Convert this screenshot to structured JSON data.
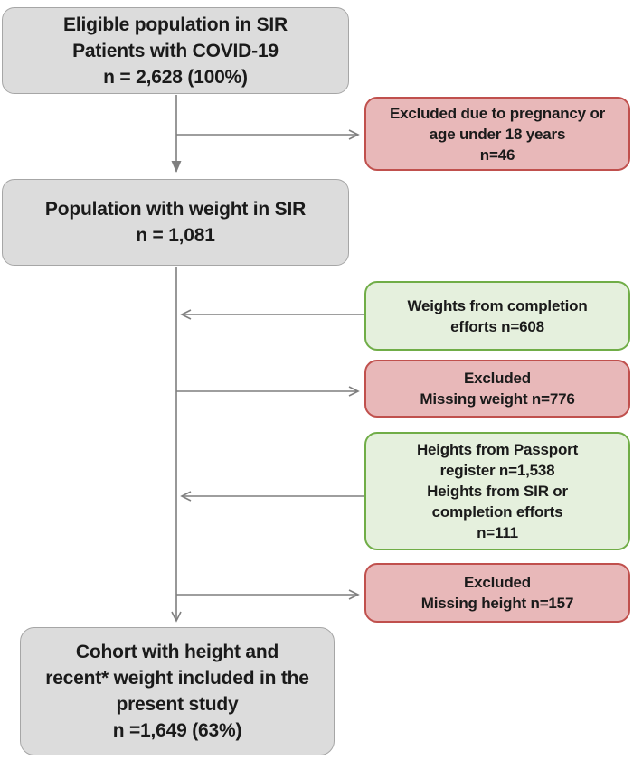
{
  "colors": {
    "gray_fill": "#dcdcdc",
    "gray_border": "#a6a6a6",
    "red_fill": "#e8b8b9",
    "red_border": "#c0504d",
    "green_fill": "#e5f0dd",
    "green_border": "#70ad47",
    "arrow": "#7f7f7f",
    "text": "#1a1a1a"
  },
  "boxes": {
    "eligible": {
      "lines": [
        "Eligible population in SIR",
        "Patients with COVID-19",
        "n = 2,628 (100%)"
      ]
    },
    "excluded_pregnancy": {
      "lines": [
        "Excluded due to pregnancy or",
        "age under 18 years",
        "n=46"
      ]
    },
    "population_weight": {
      "lines": [
        "Population with weight in SIR",
        "n = 1,081"
      ]
    },
    "weights_completion": {
      "lines": [
        "Weights from completion",
        "efforts n=608"
      ]
    },
    "excluded_weight": {
      "lines": [
        "Excluded",
        "Missing weight n=776"
      ]
    },
    "heights_sources": {
      "lines": [
        "Heights from Passport",
        "register n=1,538",
        "Heights from SIR or",
        "completion efforts",
        "n=111"
      ]
    },
    "excluded_height": {
      "lines": [
        "Excluded",
        "Missing height n=157"
      ]
    },
    "cohort": {
      "lines": [
        "Cohort with height and",
        "recent* weight included in the",
        "present study",
        "n =1,649 (63%)"
      ]
    }
  }
}
